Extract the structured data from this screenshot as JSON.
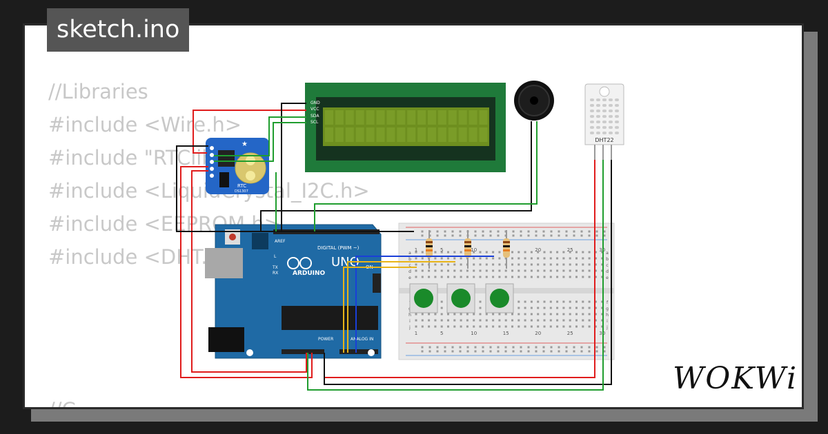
{
  "title": "sketch.ino",
  "code_lines": [
    "//Libraries",
    "#include <Wire.h>",
    "#include \"RTClib.h\"",
    "#include <LiquidCrystal_I2C.h>",
    "#include <EEPROM.h>",
    "#include <DHT.h>"
  ],
  "code_cutoff": "//C",
  "rtc": {
    "label": "RTC",
    "chip": "DS1307"
  },
  "lcd": {
    "pins": [
      "GND",
      "VCC",
      "SDA",
      "SCL"
    ]
  },
  "dht": {
    "label": "DHT22"
  },
  "arduino": {
    "brand": "ARDUINO",
    "model": "UNO",
    "on_label": "ON",
    "digital_label": "DIGITAL (PWM ~)",
    "analog_label": "ANALOG IN",
    "power_label": "POWER",
    "aref": "AREF",
    "tx": "TX",
    "rx": "RX",
    "l": "L"
  },
  "breadboard": {
    "col_labels_top": [
      "1",
      "5",
      "10",
      "15",
      "20",
      "25",
      "30"
    ],
    "col_labels_bottom": [
      "1",
      "5",
      "10",
      "15",
      "20",
      "25",
      "30"
    ],
    "rows_top": [
      "a",
      "b",
      "c",
      "d",
      "e"
    ],
    "rows_bottom": [
      "f",
      "g",
      "h",
      "i",
      "j"
    ]
  },
  "brand": "WOKWi",
  "colors": {
    "wire_red": "#e01b1b",
    "wire_black": "#111111",
    "wire_green": "#1f9d2e",
    "wire_blue": "#1a3fd8",
    "wire_yellow": "#e8b417",
    "board_blue": "#1f6aa5",
    "lcd_green": "#1f7a3a"
  }
}
